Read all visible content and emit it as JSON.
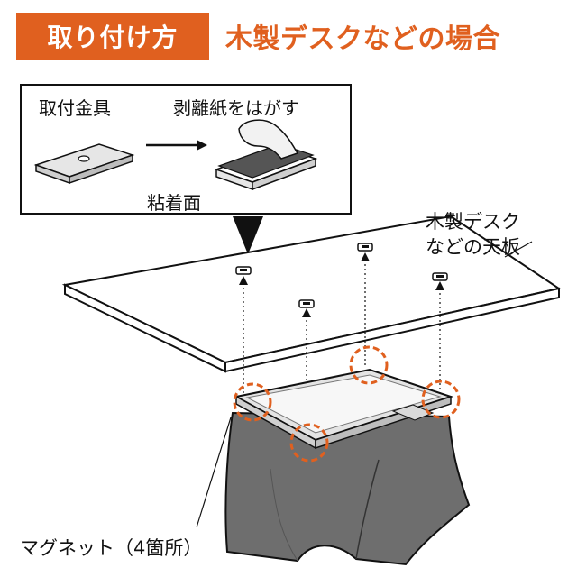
{
  "header": {
    "badge_text": "取り付け方",
    "title": "木製デスクなどの場合"
  },
  "inset": {
    "bracket_label": "取付金具",
    "peel_label": "剥離紙をはがす",
    "adhesive_label": "粘着面"
  },
  "labels": {
    "desk_top_line1": "木製デスク",
    "desk_top_line2": "などの天板",
    "magnet_note": "マグネット（4箇所）"
  },
  "colors": {
    "accent": "#e0601f",
    "fabric": "#6e6e6e",
    "outline": "#111111"
  }
}
